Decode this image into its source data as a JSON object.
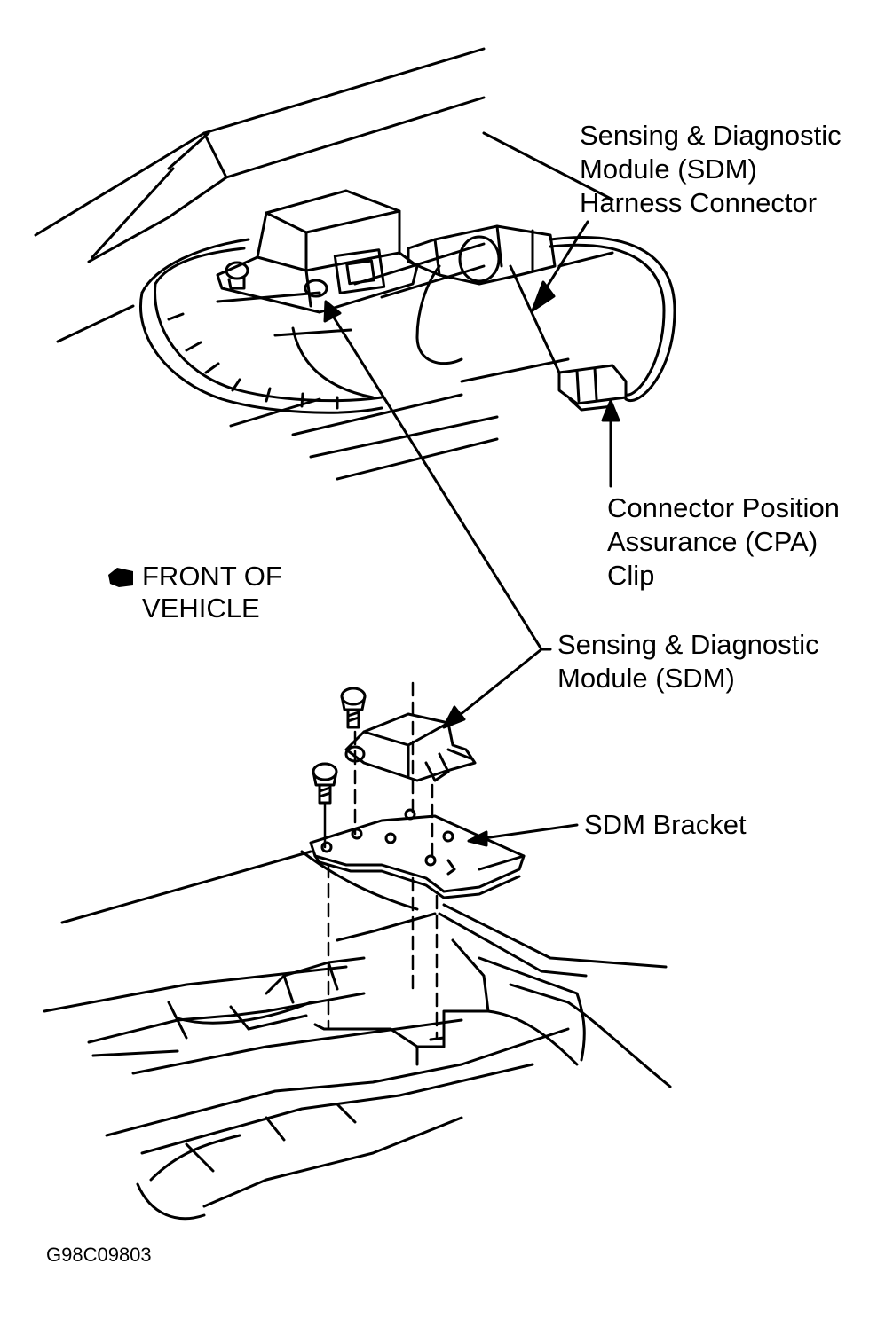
{
  "labels": {
    "harness_connector": [
      "Sensing & Diagnostic",
      "Module (SDM)",
      "Harness Connector"
    ],
    "cpa_clip": [
      "Connector Position",
      "Assurance (CPA)",
      "Clip"
    ],
    "sdm": [
      "Sensing & Diagnostic",
      "Module (SDM)"
    ],
    "bracket": "SDM Bracket",
    "front_of_vehicle": [
      "FRONT OF",
      "VEHICLE"
    ]
  },
  "figure_id": "G98C09803",
  "icons": {
    "front_arrow": "front-direction-arrow-icon"
  },
  "colors": {
    "line": "#000000",
    "background": "#ffffff"
  }
}
